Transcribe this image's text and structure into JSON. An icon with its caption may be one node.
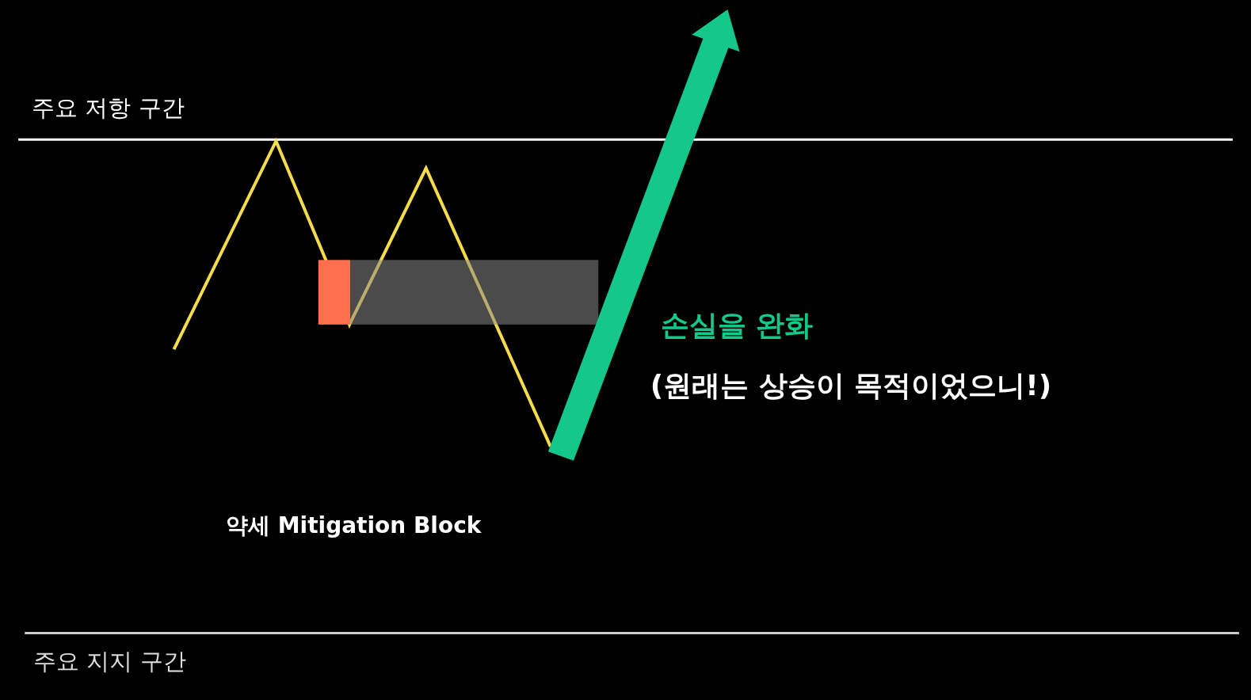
{
  "diagram": {
    "labels": [
      "주요 저항 구간",
      "손실을 완화",
      "(원래는 상승이 목적이었으니!)",
      "약세 Mitigation Block",
      "주요 지지 구간"
    ]
  }
}
